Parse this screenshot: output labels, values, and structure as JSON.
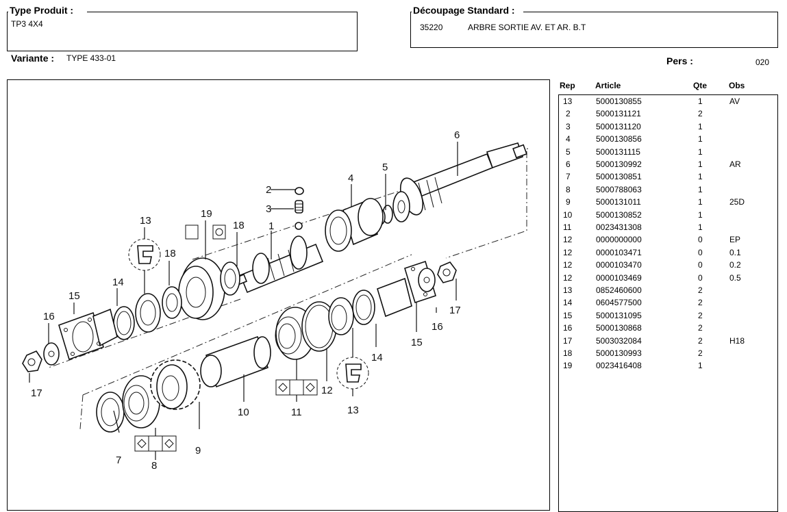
{
  "type_produit": {
    "label": "Type Produit :",
    "value": "TP3 4X4"
  },
  "variante": {
    "label": "Variante :",
    "value": "TYPE 433-01"
  },
  "decoupage": {
    "label": "Découpage Standard :",
    "code": "35220",
    "description": "ARBRE SORTIE AV. ET AR. B.T"
  },
  "pers": {
    "label": "Pers :",
    "value": "020"
  },
  "parts_table": {
    "headers": {
      "rep": "Rep",
      "article": "Article",
      "qte": "Qte",
      "obs": "Obs"
    },
    "rows": [
      {
        "rep": "13",
        "article": "5000130855",
        "qte": "1",
        "obs": "AV"
      },
      {
        "rep": "2",
        "article": "5000131121",
        "qte": "2",
        "obs": ""
      },
      {
        "rep": "3",
        "article": "5000131120",
        "qte": "1",
        "obs": ""
      },
      {
        "rep": "4",
        "article": "5000130856",
        "qte": "1",
        "obs": ""
      },
      {
        "rep": "5",
        "article": "5000131115",
        "qte": "1",
        "obs": ""
      },
      {
        "rep": "6",
        "article": "5000130992",
        "qte": "1",
        "obs": "AR"
      },
      {
        "rep": "7",
        "article": "5000130851",
        "qte": "1",
        "obs": ""
      },
      {
        "rep": "8",
        "article": "5000788063",
        "qte": "1",
        "obs": ""
      },
      {
        "rep": "9",
        "article": "5000131011",
        "qte": "1",
        "obs": "25D"
      },
      {
        "rep": "10",
        "article": "5000130852",
        "qte": "1",
        "obs": ""
      },
      {
        "rep": "11",
        "article": "0023431308",
        "qte": "1",
        "obs": ""
      },
      {
        "rep": "12",
        "article": "0000000000",
        "qte": "0",
        "obs": "EP"
      },
      {
        "rep": "12",
        "article": "0000103471",
        "qte": "0",
        "obs": "0.1"
      },
      {
        "rep": "12",
        "article": "0000103470",
        "qte": "0",
        "obs": "0.2"
      },
      {
        "rep": "12",
        "article": "0000103469",
        "qte": "0",
        "obs": "0.5"
      },
      {
        "rep": "13",
        "article": "0852460600",
        "qte": "2",
        "obs": ""
      },
      {
        "rep": "14",
        "article": "0604577500",
        "qte": "2",
        "obs": ""
      },
      {
        "rep": "15",
        "article": "5000131095",
        "qte": "2",
        "obs": ""
      },
      {
        "rep": "16",
        "article": "5000130868",
        "qte": "2",
        "obs": ""
      },
      {
        "rep": "17",
        "article": "5003032084",
        "qte": "2",
        "obs": "H18"
      },
      {
        "rep": "18",
        "article": "5000130993",
        "qte": "2",
        "obs": ""
      },
      {
        "rep": "19",
        "article": "0023416408",
        "qte": "1",
        "obs": ""
      }
    ]
  },
  "diagram": {
    "callouts": [
      "1",
      "2",
      "3",
      "4",
      "5",
      "6",
      "7",
      "8",
      "9",
      "10",
      "11",
      "12",
      "13",
      "13",
      "14",
      "14",
      "15",
      "15",
      "16",
      "16",
      "17",
      "17",
      "18",
      "18",
      "19"
    ]
  }
}
